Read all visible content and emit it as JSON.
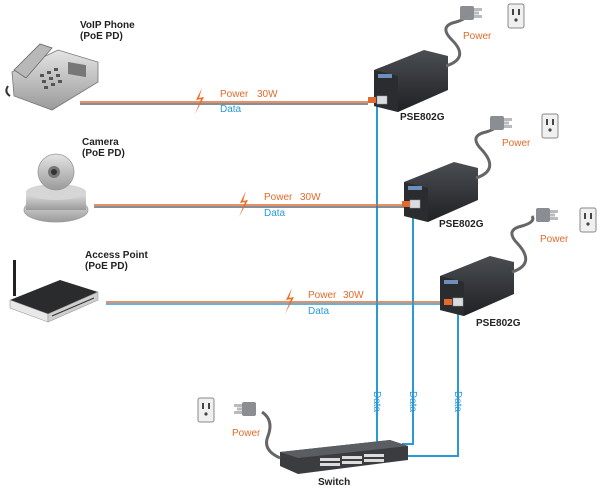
{
  "devices": [
    {
      "name": "VoIP Phone",
      "role": "(PoE PD)"
    },
    {
      "name": "Camera",
      "role": "(PoE PD)"
    },
    {
      "name": "Access Point",
      "role": "(PoE PD)"
    }
  ],
  "links": [
    {
      "power_label": "Power",
      "wattage": "30W",
      "data_label": "Data"
    },
    {
      "power_label": "Power",
      "wattage": "30W",
      "data_label": "Data"
    },
    {
      "power_label": "Power",
      "wattage": "30W",
      "data_label": "Data"
    }
  ],
  "injectors": [
    {
      "model": "PSE802G",
      "power_label": "Power"
    },
    {
      "model": "PSE802G",
      "power_label": "Power"
    },
    {
      "model": "PSE802G",
      "power_label": "Power"
    }
  ],
  "uplinks": [
    {
      "label": "Data"
    },
    {
      "label": "Data"
    },
    {
      "label": "Data"
    }
  ],
  "switch": {
    "label": "Switch",
    "power_label": "Power"
  },
  "colors": {
    "power": "#e26a2c",
    "data": "#2a9ad6",
    "cable": "#6b6b6b",
    "device_dark": "#2f3134"
  }
}
